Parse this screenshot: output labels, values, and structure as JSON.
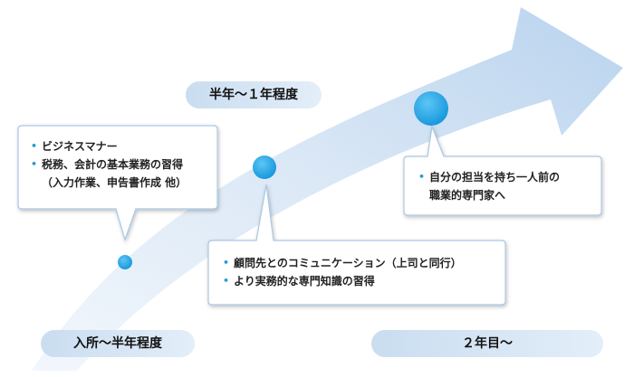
{
  "labels": {
    "start": "入所〜半年程度",
    "half_year": "半年〜１年程度",
    "second_year": "２年目〜"
  },
  "boxes": {
    "box1": {
      "items": [
        {
          "bullet": "•",
          "text": "ビジネスマナー"
        },
        {
          "bullet": "•",
          "text": "税務、会計の基本業務の習得"
        },
        {
          "bullet": "",
          "text": "（入力作業、申告書作成 他）"
        }
      ]
    },
    "box2": {
      "items": [
        {
          "bullet": "•",
          "text": "顧問先とのコミュニケーション（上司と同行）"
        },
        {
          "bullet": "•",
          "text": "より実務的な専門知識の習得"
        }
      ]
    },
    "box3": {
      "items": [
        {
          "bullet": "•",
          "text": "自分の担当を持ち一人前の"
        },
        {
          "bullet": "",
          "text": "職業的専門家へ"
        }
      ]
    }
  },
  "colors": {
    "arrow_light": "#eef4fb",
    "arrow_dark": "#bed6ee",
    "circle": "#22a6e8",
    "pill": "#d6e6f5",
    "bullet": "#2a9ad8"
  }
}
